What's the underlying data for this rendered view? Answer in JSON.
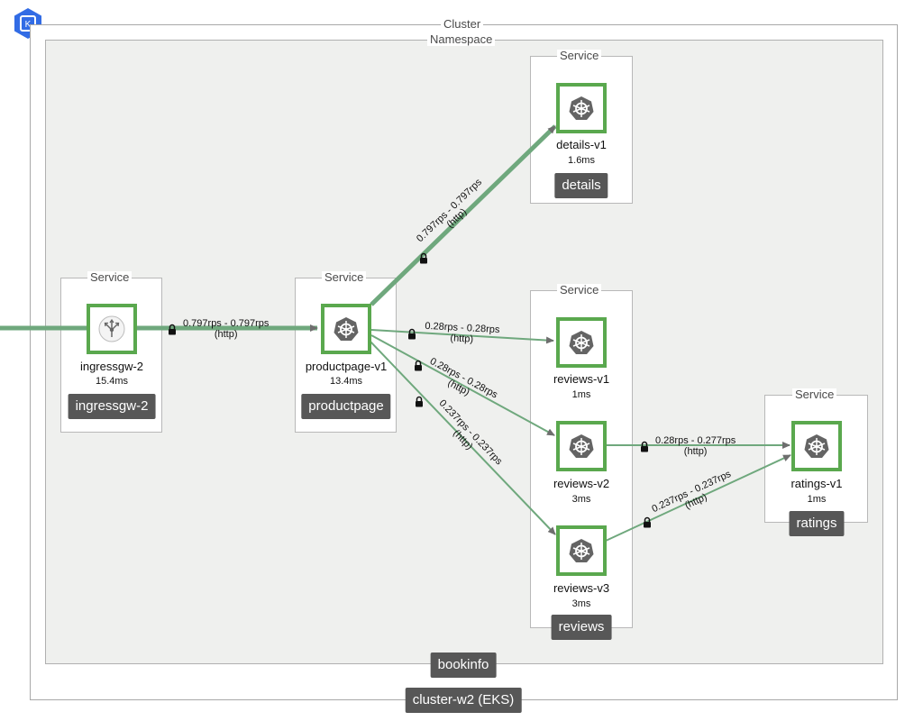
{
  "boxes": {
    "cluster_label": "Cluster",
    "namespace_label": "Namespace",
    "service_label": "Service"
  },
  "tags": {
    "cluster": "cluster-w2 (EKS)",
    "namespace": "bookinfo",
    "ingressgw": "ingressgw-2",
    "productpage": "productpage",
    "details": "details",
    "reviews": "reviews",
    "ratings": "ratings"
  },
  "nodes": {
    "ingressgw": {
      "name": "ingressgw-2",
      "rt": "15.4ms",
      "icon": "gateway-icon"
    },
    "productpage": {
      "name": "productpage-v1",
      "rt": "13.4ms",
      "icon": "kubernetes-icon"
    },
    "details": {
      "name": "details-v1",
      "rt": "1.6ms",
      "icon": "kubernetes-icon"
    },
    "reviews_v1": {
      "name": "reviews-v1",
      "rt": "1ms",
      "icon": "kubernetes-icon"
    },
    "reviews_v2": {
      "name": "reviews-v2",
      "rt": "3ms",
      "icon": "kubernetes-icon"
    },
    "reviews_v3": {
      "name": "reviews-v3",
      "rt": "3ms",
      "icon": "kubernetes-icon"
    },
    "ratings": {
      "name": "ratings-v1",
      "rt": "1ms",
      "icon": "kubernetes-icon"
    }
  },
  "edges": {
    "ingress_product": {
      "rate": "0.797rps - 0.797rps",
      "proto": "(http)"
    },
    "product_details": {
      "rate": "0.797rps - 0.797rps",
      "proto": "(http)"
    },
    "product_reviews_v1": {
      "rate": "0.28rps - 0.28rps",
      "proto": "(http)"
    },
    "product_reviews_v2": {
      "rate": "0.28rps - 0.28rps",
      "proto": "(http)"
    },
    "product_reviews_v3": {
      "rate": "0.237rps - 0.237rps",
      "proto": "(http)"
    },
    "reviews_v2_ratings": {
      "rate": "0.28rps - 0.277rps",
      "proto": "(http)"
    },
    "reviews_v3_ratings": {
      "rate": "0.237rps - 0.237rps",
      "proto": "(http)"
    }
  },
  "colors": {
    "node_border": "#5aa84e",
    "edge": "#6fa87d",
    "tag_bg": "#575757",
    "namespace_bg": "#eff0ee",
    "logo": "#326ce5"
  }
}
